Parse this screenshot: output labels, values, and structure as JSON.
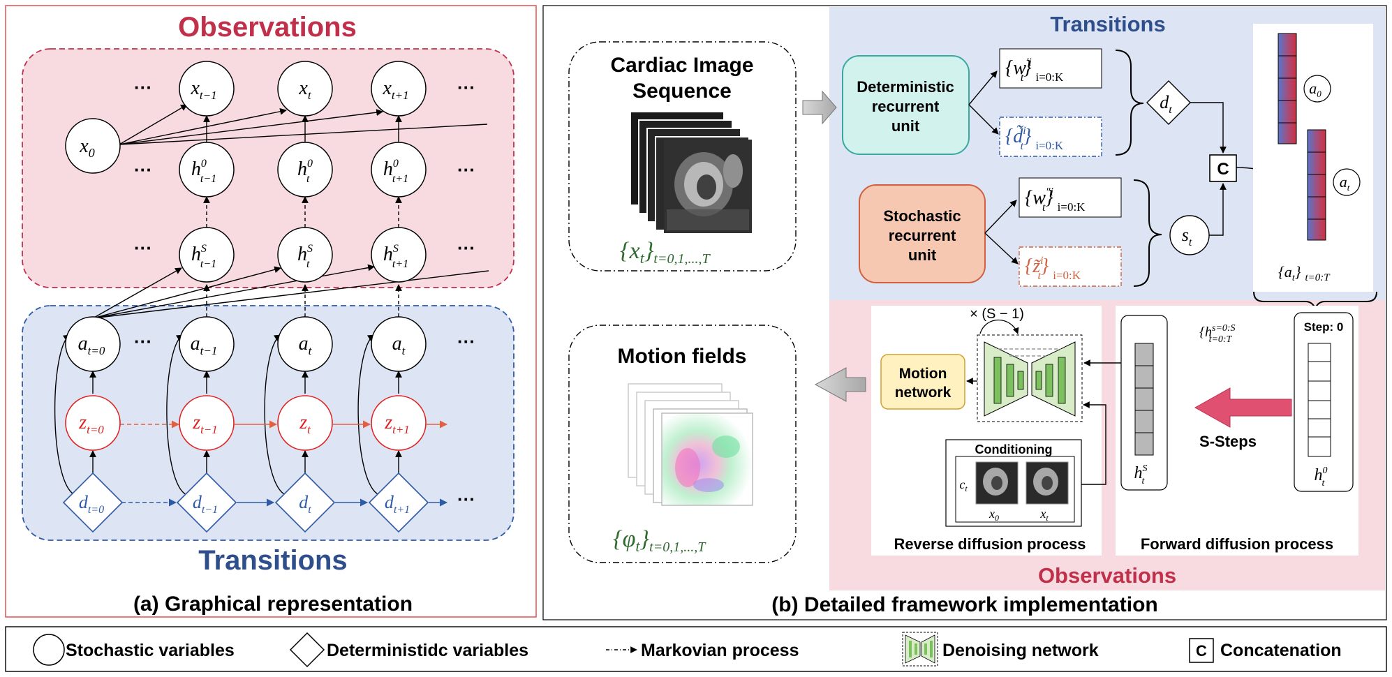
{
  "colors": {
    "obs_title": "#c0304a",
    "trans_title": "#2f4e8c",
    "obs_fill": "#f8dbe0",
    "trans_fill": "#dde5f4",
    "red_var": "#e02020",
    "blue_var": "#2f5aa8",
    "green_var": "#2f6a2f"
  },
  "panel_a": {
    "obs_title": "Observations",
    "trans_title": "Transitions",
    "caption": "(a) Graphical representation",
    "dots": "···",
    "x0": "x",
    "x0_sub": "0",
    "x_nodes": [
      {
        "main": "x",
        "sub": "t−1"
      },
      {
        "main": "x",
        "sub": "t"
      },
      {
        "main": "x",
        "sub": "t+1"
      }
    ],
    "h0_nodes": [
      {
        "main": "h",
        "sup": "0",
        "sub": "t−1"
      },
      {
        "main": "h",
        "sup": "0",
        "sub": "t"
      },
      {
        "main": "h",
        "sup": "0",
        "sub": "t+1"
      }
    ],
    "hs_nodes": [
      {
        "main": "h",
        "sup": "S",
        "sub": "t−1"
      },
      {
        "main": "h",
        "sup": "S",
        "sub": "t"
      },
      {
        "main": "h",
        "sup": "S",
        "sub": "t+1"
      }
    ],
    "a_nodes": [
      {
        "main": "a",
        "sub": "t=0"
      },
      {
        "main": "a",
        "sub": "t−1"
      },
      {
        "main": "a",
        "sub": "t"
      },
      {
        "main": "a",
        "sub": "t"
      }
    ],
    "z_nodes": [
      {
        "main": "z",
        "sub": "t=0"
      },
      {
        "main": "z",
        "sub": "t−1"
      },
      {
        "main": "z",
        "sub": "t"
      },
      {
        "main": "z",
        "sub": "t+1"
      }
    ],
    "d_nodes": [
      {
        "main": "d",
        "sub": "t=0"
      },
      {
        "main": "d",
        "sub": "t−1"
      },
      {
        "main": "d",
        "sub": "t"
      },
      {
        "main": "d",
        "sub": "t+1"
      }
    ]
  },
  "panel_b": {
    "caption": "(b) Detailed framework implementation",
    "trans_title": "Transitions",
    "obs_title": "Observations",
    "cardiac_title_1": "Cardiac Image",
    "cardiac_title_2": "Sequence",
    "cardiac_set": "{x",
    "cardiac_set_sub": "t",
    "cardiac_set_tail": "}",
    "cardiac_set_range": "t=0,1,...,T",
    "motion_title": "Motion fields",
    "motion_set": "{φ",
    "motion_set_sub": "t",
    "motion_set_tail": "}",
    "motion_set_range": "t=0,1,...,T",
    "det_unit_1": "Deterministic",
    "det_unit_2": "recurrent",
    "det_unit_3": "unit",
    "sto_unit_1": "Stochastic",
    "sto_unit_2": "recurrent",
    "sto_unit_3": "unit",
    "w1": "{w",
    "w1_sup": "′i",
    "w1_sub": "t",
    "w1_range": "i=0:K",
    "dtil": "{d̃",
    "dtil_sup": "i",
    "dtil_sub": "t",
    "dtil_range": "i=0:K",
    "w2": "{w",
    "w2_sup": "″i",
    "w2_sub": "t",
    "w2_range": "i=0:K",
    "ztil": "{z̃",
    "ztil_sup": "i",
    "ztil_sub": "t",
    "ztil_range": "i=0:K",
    "dt": "d",
    "dt_sub": "t",
    "st": "s",
    "st_sub": "t",
    "concat": "C",
    "a0": "a",
    "a0_sub": "0",
    "at": "a",
    "at_sub": "t",
    "at_set": "{a",
    "at_set_sub": "t",
    "at_set_tail": "}",
    "at_set_range": "t=0:T",
    "step0": "Step: 0",
    "h_set": "{h",
    "h_set_sup": "s=0:S",
    "h_set_sub": "t=0:T",
    "h_set_sup_letter": "s",
    "hs": "h",
    "hs_sup": "S",
    "hs_sub": "t",
    "h0": "h",
    "h0_sup": "0",
    "h0_sub": "t",
    "s_steps": "S-Steps",
    "times_s": "× (S − 1)",
    "motion_network_1": "Motion",
    "motion_network_2": "network",
    "conditioning": "Conditioning",
    "ct": "c",
    "ct_sub": "t",
    "cond_x0": "x",
    "cond_x0_sub": "0",
    "cond_xt": "x",
    "cond_xt_sub": "t",
    "reverse_label": "Reverse diffusion process",
    "forward_label": "Forward diffusion process"
  },
  "legend": {
    "stochastic": "Stochastic variables",
    "deterministic": "Deterministidc variables",
    "markovian": "Markovian process",
    "denoising": "Denoising network",
    "concat_symbol": "C",
    "concatenation": "Concatenation"
  }
}
